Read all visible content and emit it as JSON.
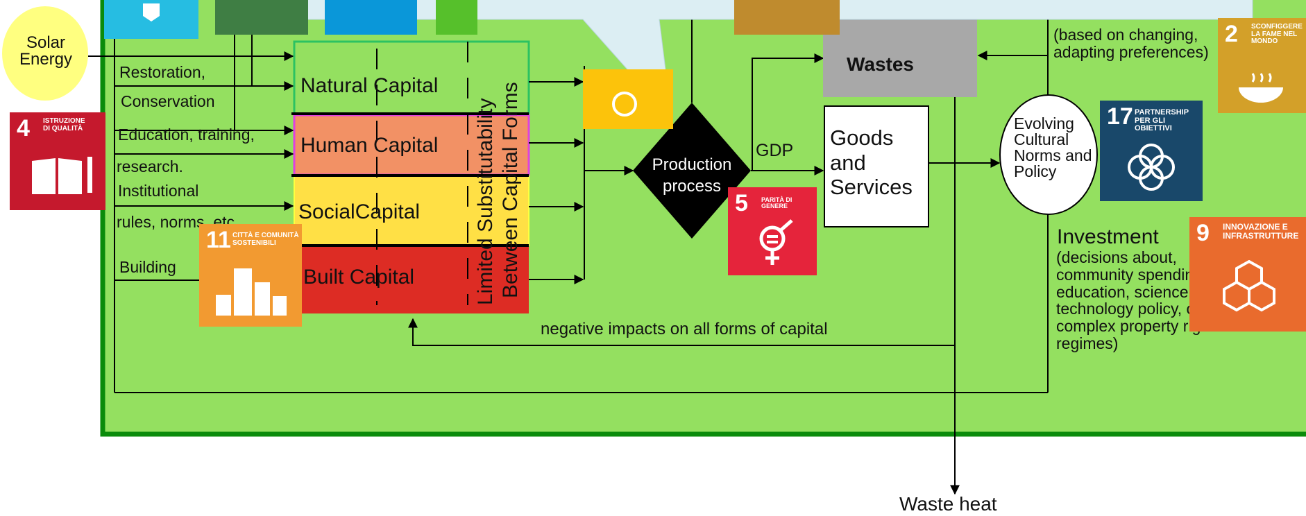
{
  "diagram": {
    "solar_energy": "Solar Energy",
    "inputs": {
      "restoration": "Restoration,",
      "conservation": "Conservation",
      "education": "Education, training,",
      "research": "research.",
      "institutional": "Institutional",
      "rules": "rules, norms, etc.",
      "building": "Building"
    },
    "capitals": {
      "natural": "Natural Capital",
      "human": "Human Capital",
      "social": "SocialCapital",
      "built": "Built Capital"
    },
    "substitutability": {
      "line1": "Limited Substitutability",
      "line2": "Between Capital Forms"
    },
    "production": "Production process",
    "gdp": "GDP",
    "wastes": "Wastes",
    "goods": "Goods and Services",
    "consumption_desc": "(based on changing, adapting preferences)",
    "evolving": "Evolving Cultural Norms and Policy",
    "investment_title": "Investment",
    "investment_desc": "(decisions about, community spending, education, science, technology  policy, on complex property rights regimes)",
    "negative_impacts": "negative impacts on all forms of capital",
    "waste_heat": "Waste heat"
  },
  "sdg_badges": {
    "sdg2": {
      "number": "2",
      "title": "Sconfiggere la fame nel mondo",
      "color": "#D3A029"
    },
    "sdg4": {
      "number": "4",
      "title": "Istruzione di qualità",
      "color": "#C5192D"
    },
    "sdg5": {
      "number": "5",
      "title": "Parità di genere",
      "color": "#E5243B"
    },
    "sdg9": {
      "number": "9",
      "title": "Innovazione e infrastrutture",
      "color": "#E96B2D"
    },
    "sdg11": {
      "number": "11",
      "title": "Città e comunità sostenibili",
      "color": "#F29A31"
    },
    "sdg17": {
      "number": "17",
      "title": "Partnership per gli obiettivi",
      "color": "#19486A"
    }
  },
  "colors": {
    "background": "#94E060",
    "border": "#0B8B0B",
    "natural": "#94E060",
    "human": "#F29165",
    "social": "#FFE045",
    "built": "#DD2C24",
    "wastes": "#A8A8A8",
    "solar": "#FFFF80",
    "callout": "#DCEEF3"
  }
}
